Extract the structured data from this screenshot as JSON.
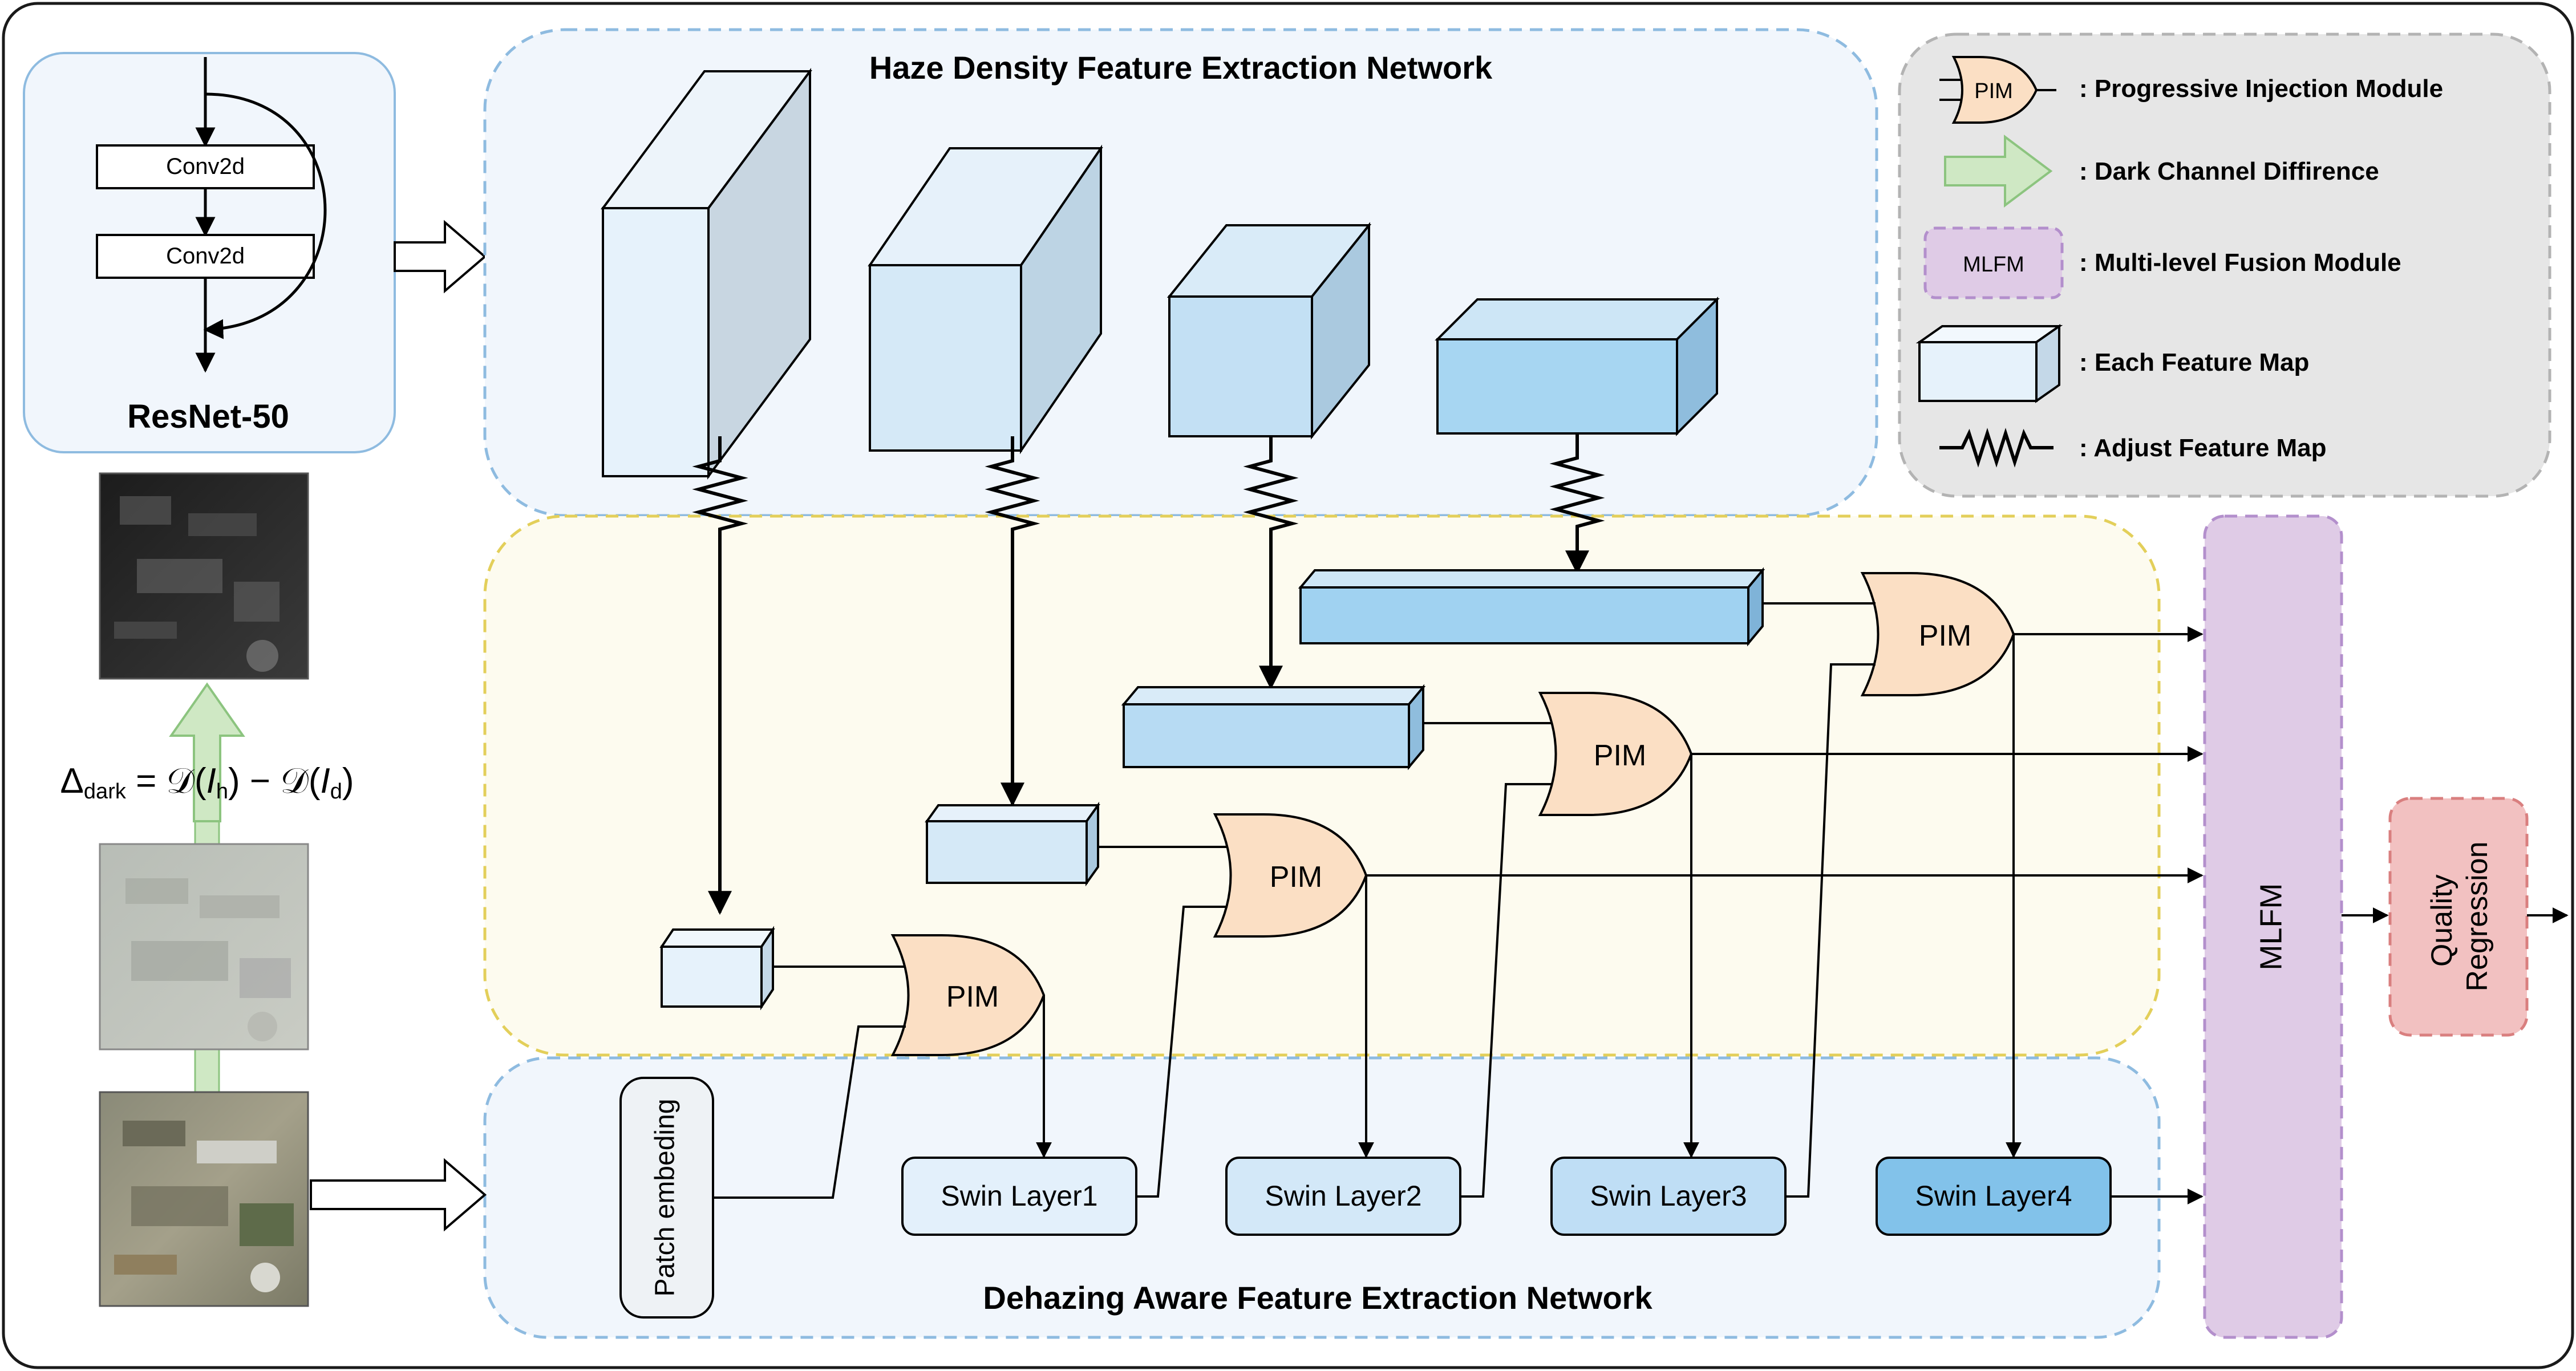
{
  "colors": {
    "frame": "#1a1a1a",
    "blue_panel_fill": "#f1f6fc",
    "blue_panel_border": "#8ebbe0",
    "yellow_panel_fill": "#fdfbef",
    "yellow_panel_border": "#e3cf5a",
    "legend_fill": "#e6e6e6",
    "legend_border": "#b3b3b3",
    "pim_fill": "#fbdfc4",
    "mlfm_fill": "#dfcbe6",
    "mlfm_border": "#b38fcc",
    "quality_fill": "#f2c1c1",
    "quality_border": "#d97f7f",
    "green_arrow": "#cfe8c4",
    "green_arrow_border": "#8cc47f",
    "map_light": "#e6f2fb",
    "map_mid": "#c9e2f5",
    "map_dark": "#9fd1f0",
    "swin_light": "#e3f0fb",
    "swin_dark": "#7fbfe8"
  },
  "resnet": {
    "title": "ResNet-50",
    "conv1": "Conv2d",
    "conv2": "Conv2d"
  },
  "haze_network": {
    "title": "Haze Density Feature Extraction Network"
  },
  "dehaze_network": {
    "title": "Dehazing Aware Feature Extraction Network"
  },
  "formula": {
    "delta": "Δ",
    "delta_sub": "dark",
    "equals": " = ",
    "d1": "𝒟(",
    "i1": "I",
    "i1_sub": "h",
    "close1": ")",
    "minus": " − ",
    "d2": "𝒟(",
    "i2": "I",
    "i2_sub": "d",
    "close2": ")"
  },
  "legend": {
    "pim_icon_label": "PIM",
    "pim": ": Progressive Injection Module",
    "dark_channel": ": Dark Channel Diffirence",
    "mlfm_icon_label": "MLFM",
    "mlfm": ": Multi-level Fusion Module",
    "feature_map": ": Each Feature Map",
    "adjust": ": Adjust Feature Map"
  },
  "pim_label": "PIM",
  "patch_embedding": "Patch embeding",
  "swin_layers": [
    "Swin Layer1",
    "Swin Layer2",
    "Swin Layer3",
    "Swin Layer4"
  ],
  "mlfm_label": "MLFM",
  "quality_regression": [
    "Quality",
    "Regression"
  ]
}
